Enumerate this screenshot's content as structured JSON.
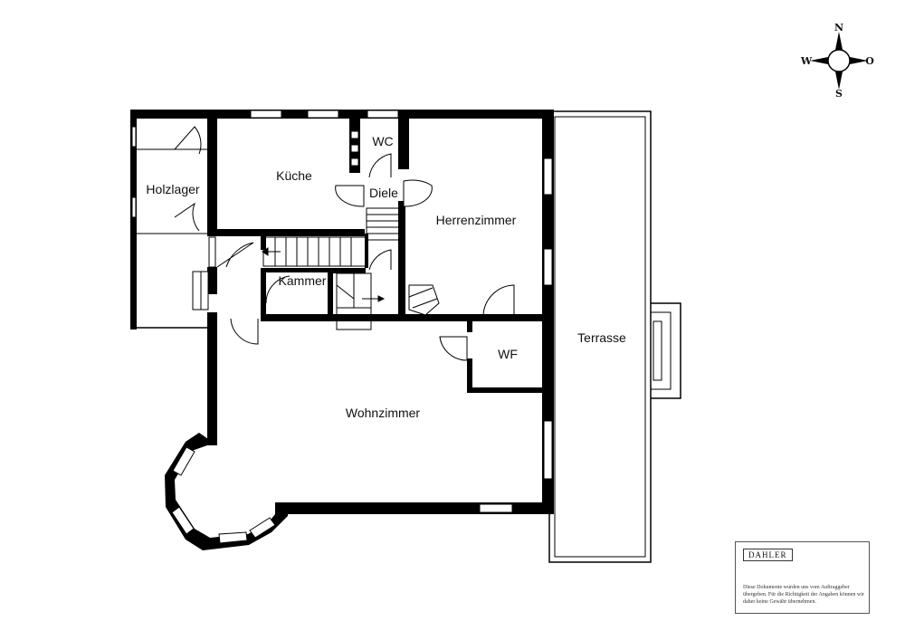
{
  "rooms": {
    "holzlager": "Holzlager",
    "kueche": "Küche",
    "wc": "WC",
    "diele": "Diele",
    "herrenzimmer": "Herrenzimmer",
    "kammer": "Kammer",
    "wf": "WF",
    "terrasse": "Terrasse",
    "wohnzimmer": "Wohnzimmer"
  },
  "compass": {
    "north": "N",
    "south": "S",
    "west": "W",
    "east": "O"
  },
  "footer": {
    "brand": "DAHLER",
    "disclaimer": "Diese Dokumente wurden uns vom Auftraggeber übergeben. Für die Richtigkeit der Angaben können wir daher keine Gewähr übernehmen."
  }
}
